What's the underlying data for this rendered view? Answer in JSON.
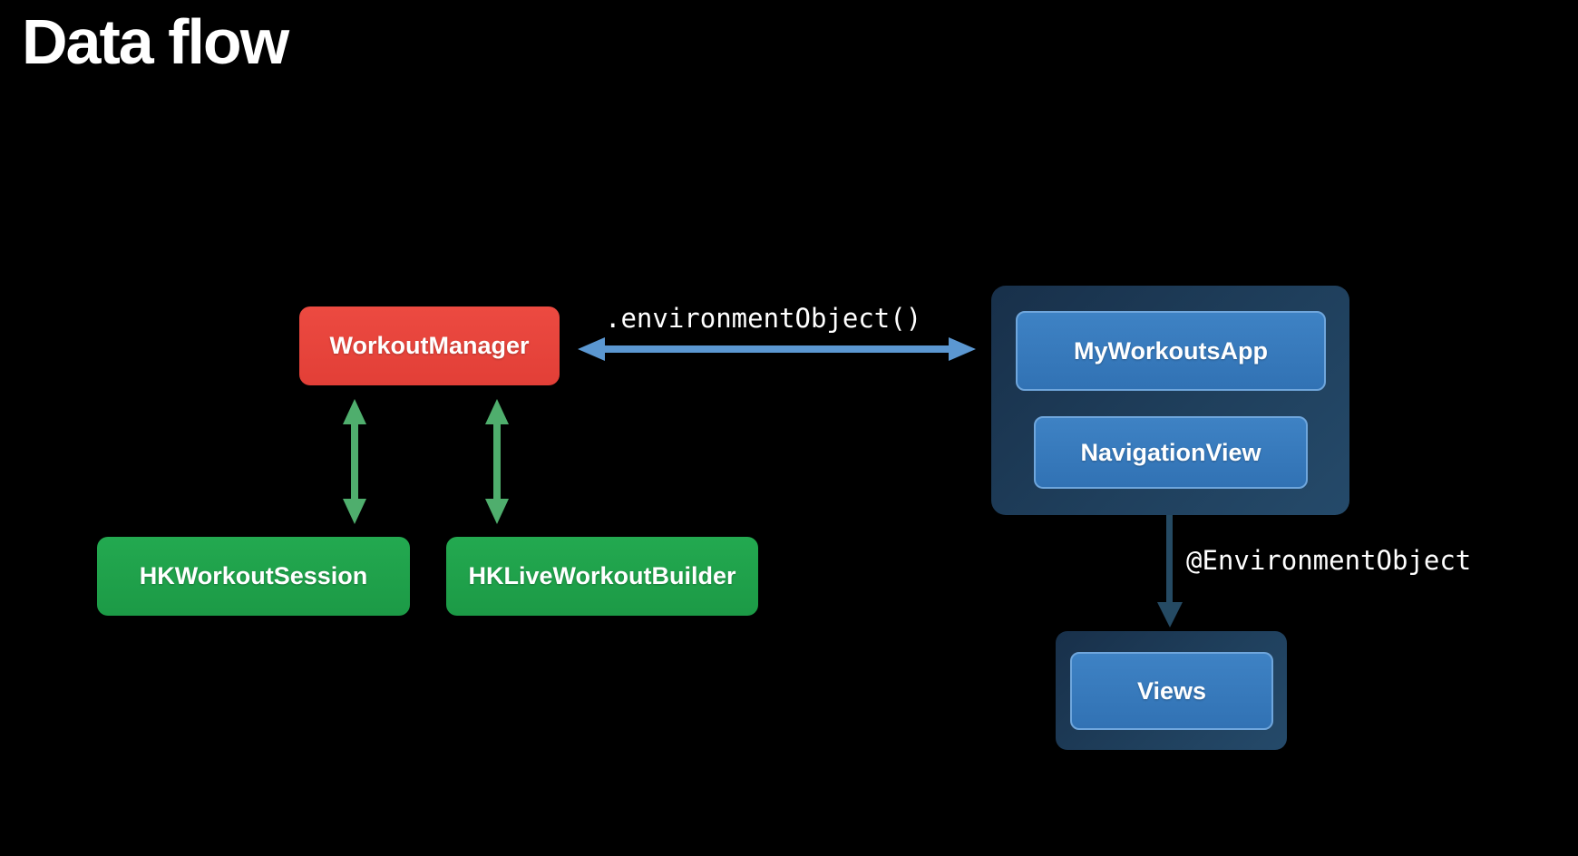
{
  "slide": {
    "title": "Data flow"
  },
  "colors": {
    "background": "#000000",
    "node_red": "#E8433A",
    "node_green": "#1FA34C",
    "node_blue": "#3679BC",
    "node_blue_border": "#6FA6DC",
    "group_navy": "#1E3C57",
    "arrow_green": "#4FAE6D",
    "arrow_blue": "#5B97D1",
    "arrow_steel": "#254A63",
    "text": "#FFFFFF"
  },
  "diagram": {
    "nodes": {
      "workout_manager": {
        "label": "WorkoutManager"
      },
      "hk_workout_session": {
        "label": "HKWorkoutSession"
      },
      "hk_live_workout_builder": {
        "label": "HKLiveWorkoutBuilder"
      },
      "my_workouts_app": {
        "label": "MyWorkoutsApp"
      },
      "navigation_view": {
        "label": "NavigationView"
      },
      "views": {
        "label": "Views"
      }
    },
    "edges": {
      "environment_object_call": {
        "label": ".environmentObject()",
        "type": "double-headed-horizontal"
      },
      "session_link": {
        "type": "double-headed-vertical"
      },
      "builder_link": {
        "type": "double-headed-vertical"
      },
      "environment_object_property": {
        "label": "@EnvironmentObject",
        "type": "down-arrow"
      }
    }
  }
}
